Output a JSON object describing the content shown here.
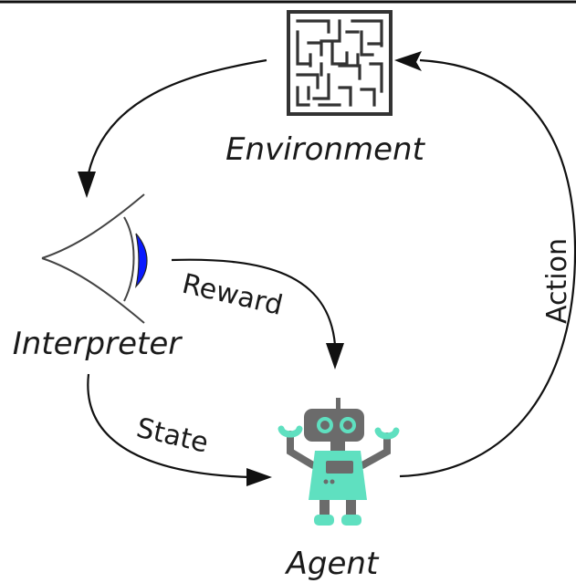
{
  "nodes": {
    "environment": {
      "label": "Environment",
      "icon": "maze-icon"
    },
    "interpreter": {
      "label": "Interpreter",
      "icon": "eye-icon"
    },
    "agent": {
      "label": "Agent",
      "icon": "robot-icon"
    }
  },
  "edges": {
    "action": {
      "label": "Action",
      "from": "agent",
      "to": "environment"
    },
    "observation": {
      "label": "",
      "from": "environment",
      "to": "interpreter"
    },
    "reward": {
      "label": "Reward",
      "from": "interpreter",
      "to": "agent"
    },
    "state": {
      "label": "State",
      "from": "interpreter",
      "to": "agent"
    }
  },
  "colors": {
    "stroke": "#111111",
    "robot_body": "#5fe0c0",
    "robot_metal": "#6b6b6b",
    "eye_iris": "#0a1aff"
  }
}
